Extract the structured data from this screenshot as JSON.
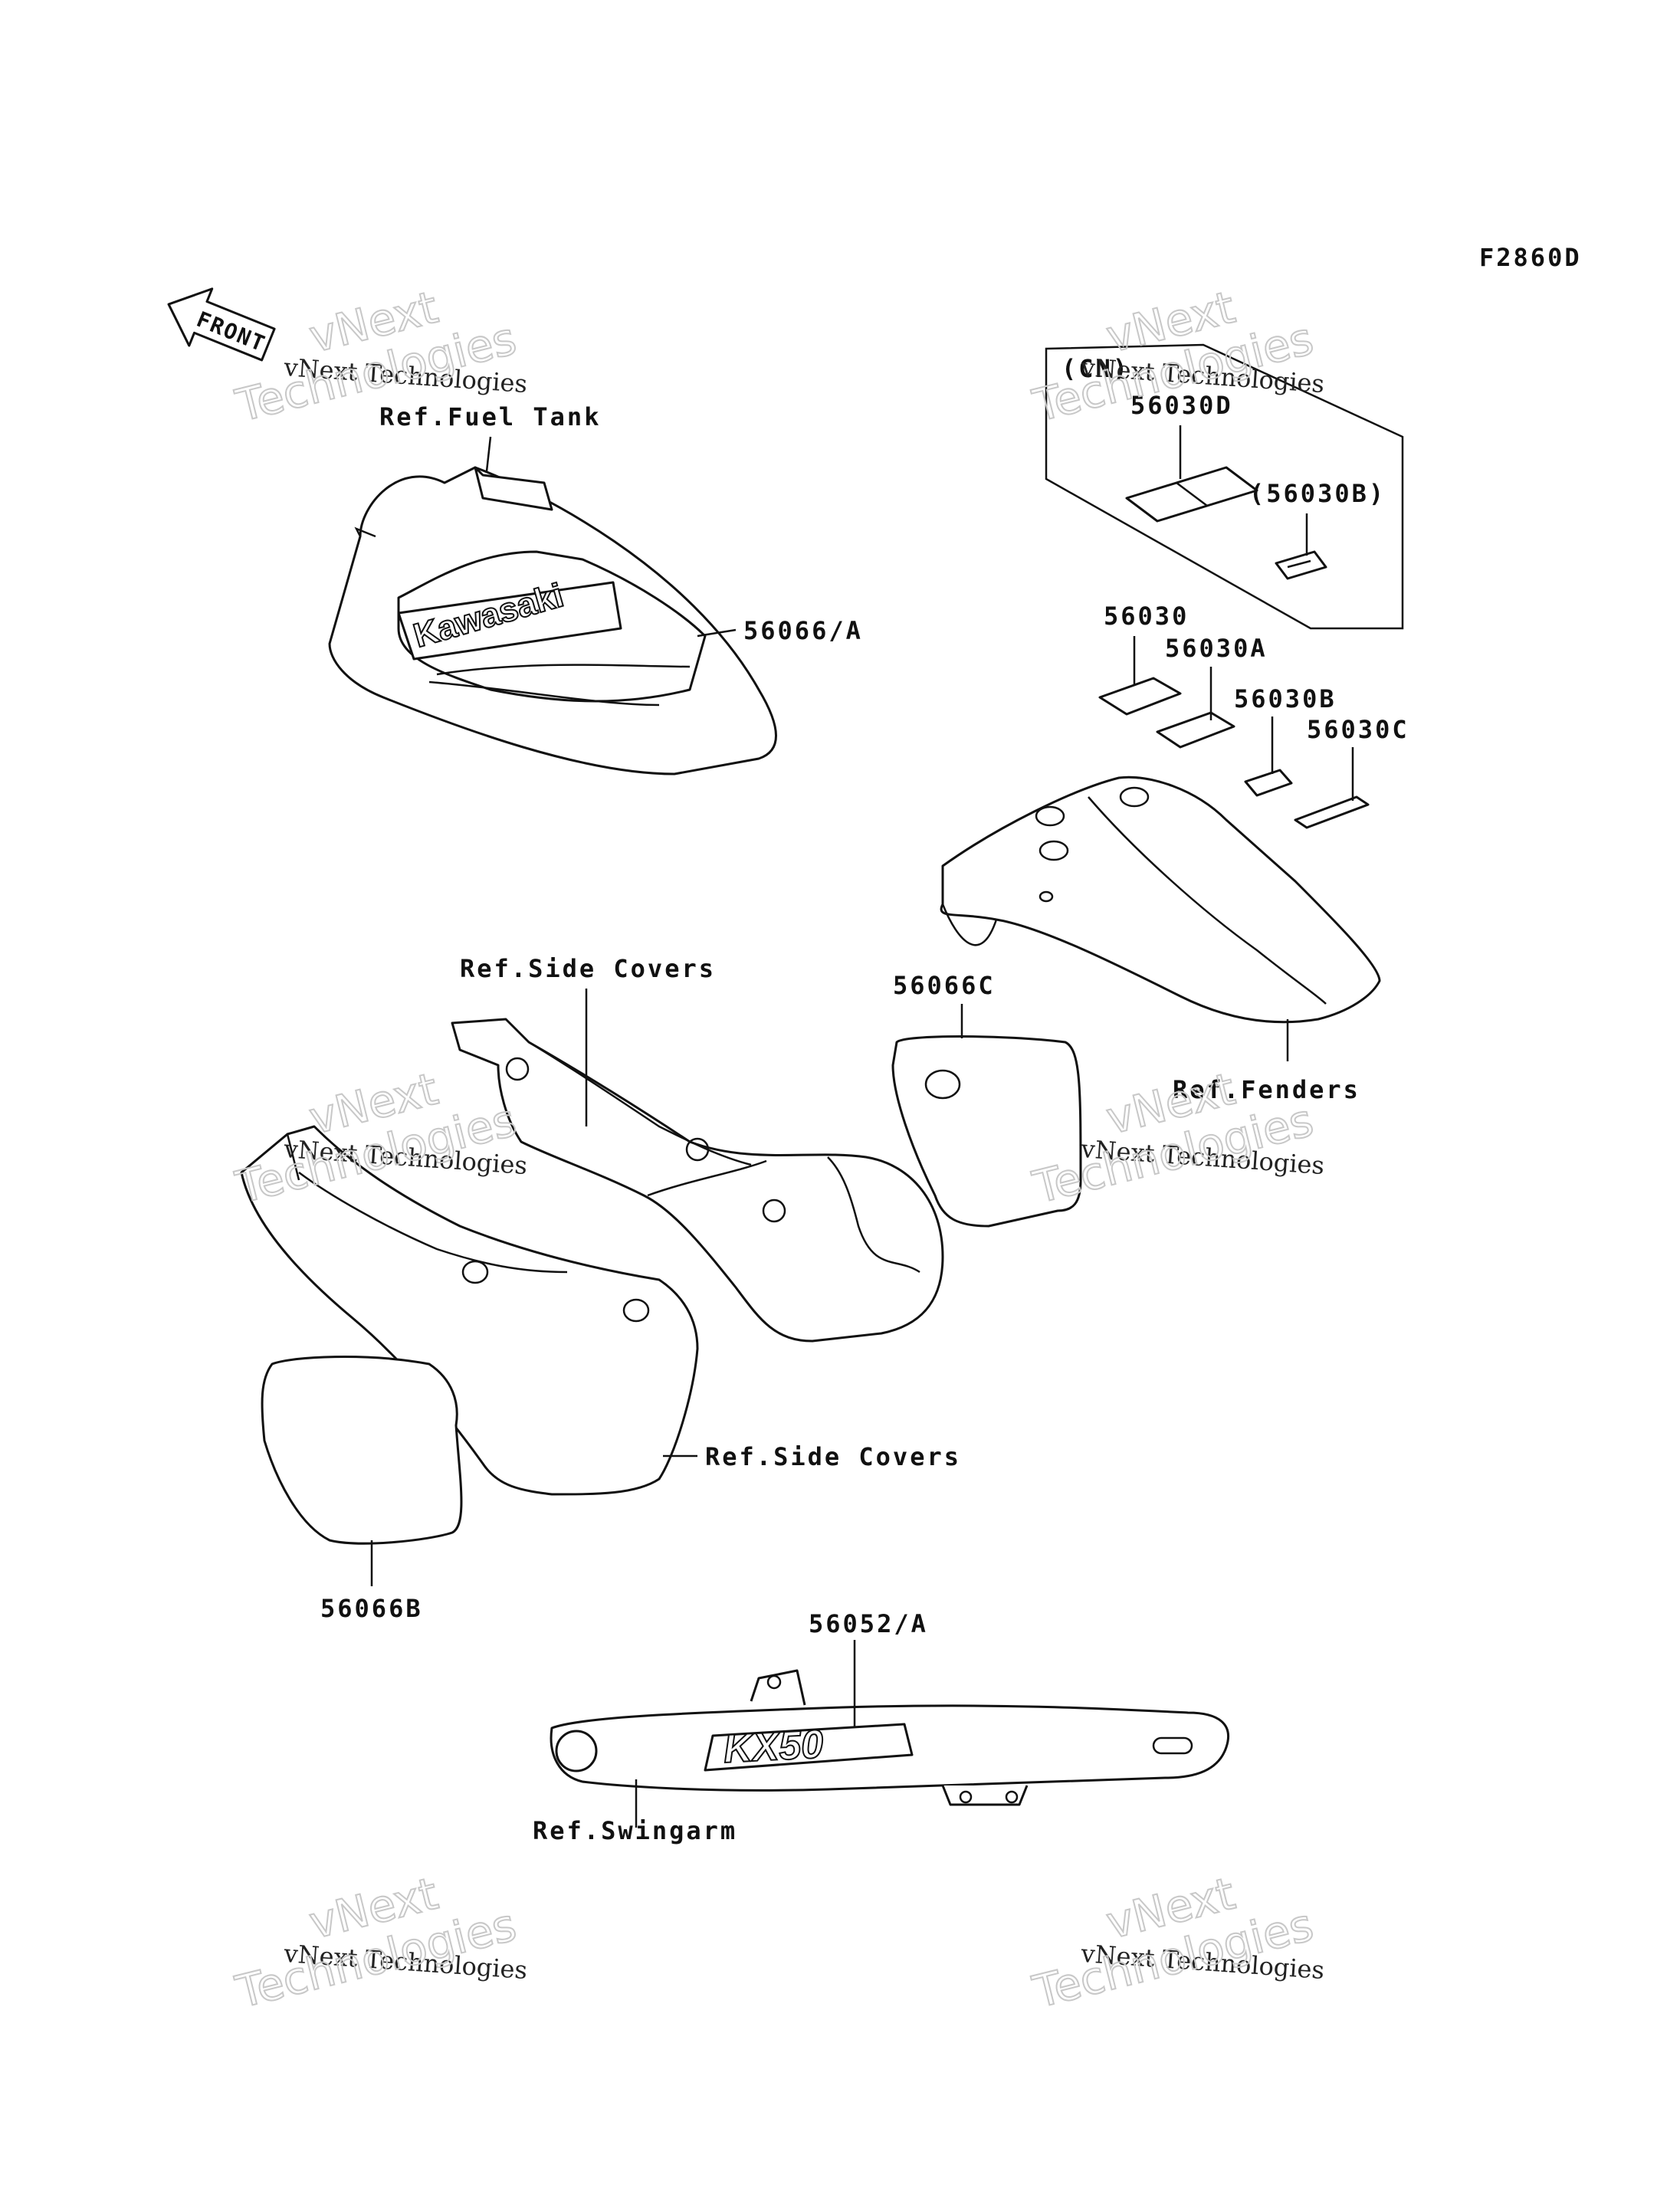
{
  "diagram_code": "F2860D",
  "front_arrow": "FRONT",
  "cn_label": "(CN)",
  "tank_logo": "Kawasaki",
  "swingarm_logo": "KX50",
  "labels": {
    "ref_fuel_tank": "Ref.Fuel Tank",
    "p56066A": "56066/A",
    "p56030D": "56030D",
    "p56030B_paren": "(56030B)",
    "p56030": "56030",
    "p56030A": "56030A",
    "p56030B": "56030B",
    "p56030C": "56030C",
    "ref_side_covers_top": "Ref.Side Covers",
    "p56066C": "56066C",
    "ref_fenders": "Ref.Fenders",
    "ref_side_covers_bottom": "Ref.Side Covers",
    "p56066B": "56066B",
    "p56052A": "56052/A",
    "ref_swingarm": "Ref.Swingarm"
  },
  "watermark": {
    "line1": "vNext",
    "line2": "vNext Technologies",
    "line3": "Technologies"
  },
  "colors": {
    "ink": "#111111",
    "watermark": "#c8c8c8",
    "background": "#ffffff"
  }
}
